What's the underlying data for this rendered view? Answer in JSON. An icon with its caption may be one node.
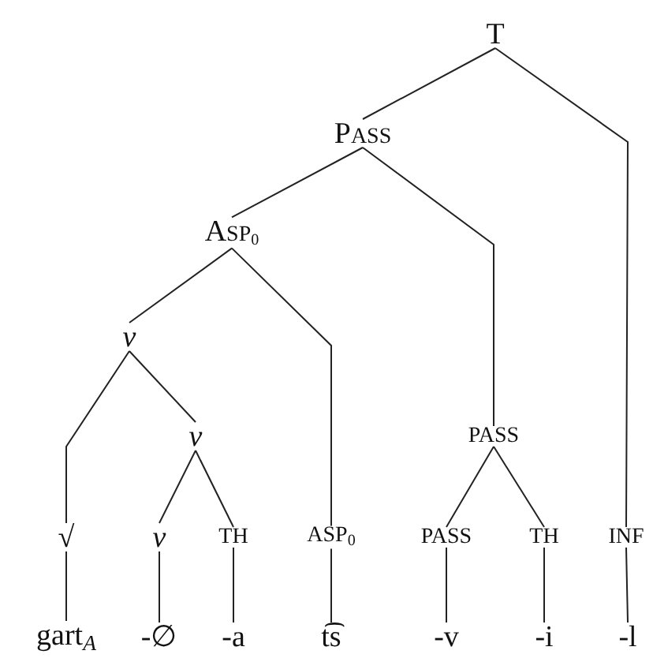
{
  "diagram": {
    "nodes": [
      {
        "text": [
          "T"
        ]
      },
      {
        "text": [
          "PASS"
        ]
      },
      {
        "text": [
          "ASP$_{0}$"
        ]
      },
      {
        "text": [
          "v"
        ]
      },
      {
        "text": [
          "v"
        ]
      },
      {
        "text": [
          "PASS"
        ]
      },
      {
        "text": [
          "√"
        ]
      },
      {
        "text": [
          "v"
        ]
      },
      {
        "text": [
          "TH"
        ]
      },
      {
        "text": [
          "ASP$_{0}$"
        ]
      },
      {
        "text": [
          "PASS"
        ]
      },
      {
        "text": [
          "TH"
        ]
      },
      {
        "text": [
          "INF"
        ]
      },
      {
        "text": [
          "gart$_{A}$"
        ]
      },
      {
        "text": [
          "-∅"
        ]
      },
      {
        "text": [
          "-a"
        ]
      },
      {
        "text": [
          "t͡s"
        ]
      },
      {
        "text": [
          "-v"
        ]
      },
      {
        "text": [
          "-i"
        ]
      },
      {
        "text": [
          "-l"
        ]
      }
    ],
    "edges": [
      {
        "from": 0,
        "to": 1,
        "arrow": "none"
      },
      {
        "from": 0,
        "to": 12,
        "arrow": "none"
      },
      {
        "from": 1,
        "to": 2,
        "arrow": "none"
      },
      {
        "from": 1,
        "to": 5,
        "arrow": "none"
      },
      {
        "from": 2,
        "to": 3,
        "arrow": "none"
      },
      {
        "from": 2,
        "to": 9,
        "arrow": "none"
      },
      {
        "from": 3,
        "to": 6,
        "arrow": "none"
      },
      {
        "from": 3,
        "to": 4,
        "arrow": "none"
      },
      {
        "from": 4,
        "to": 7,
        "arrow": "none"
      },
      {
        "from": 4,
        "to": 8,
        "arrow": "none"
      },
      {
        "from": 5,
        "to": 10,
        "arrow": "none"
      },
      {
        "from": 5,
        "to": 11,
        "arrow": "none"
      },
      {
        "from": 6,
        "to": 13,
        "arrow": "none"
      },
      {
        "from": 7,
        "to": 14,
        "arrow": "none"
      },
      {
        "from": 8,
        "to": 15,
        "arrow": "none"
      },
      {
        "from": 9,
        "to": 16,
        "arrow": "none"
      },
      {
        "from": 10,
        "to": 17,
        "arrow": "none"
      },
      {
        "from": 11,
        "to": 18,
        "arrow": "none"
      },
      {
        "from": 12,
        "to": 19,
        "arrow": "none"
      }
    ]
  }
}
